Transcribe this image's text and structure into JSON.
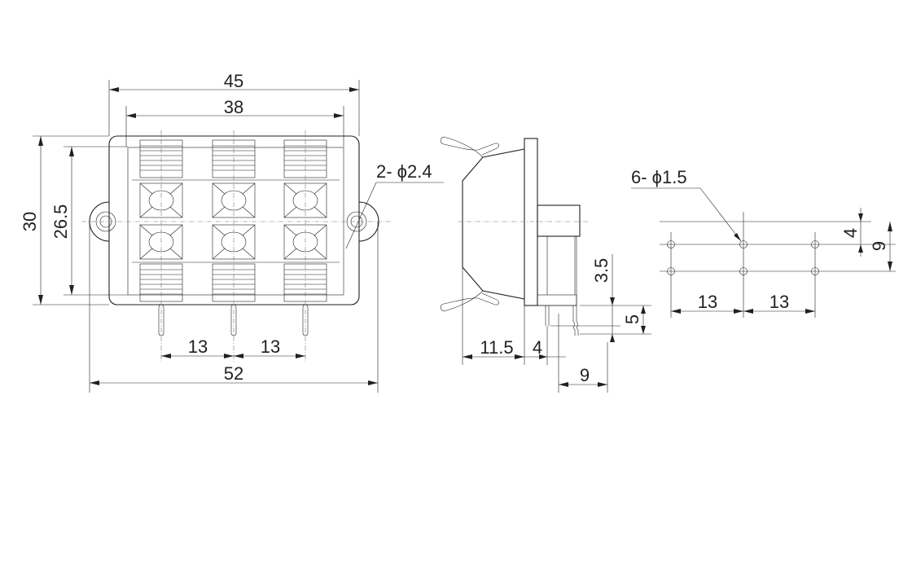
{
  "front_view": {
    "dim_overall_width": "45",
    "dim_inner_width": "38",
    "dim_overall_height": "30",
    "dim_inner_height": "26.5",
    "dim_pin_pitch_left": "13",
    "dim_pin_pitch_right": "13",
    "dim_total_length": "52",
    "mount_hole_note": "2- ϕ2.4"
  },
  "side_view": {
    "dim_depth": "11.5",
    "dim_flange": "4",
    "dim_pin_offset": "9",
    "dim_pin_gap": "3.5",
    "dim_pin_length": "5"
  },
  "hole_pattern": {
    "hole_note": "6- ϕ1.5",
    "dim_row_offset": "4",
    "dim_row_span": "9",
    "dim_pitch_left": "13",
    "dim_pitch_right": "13"
  }
}
